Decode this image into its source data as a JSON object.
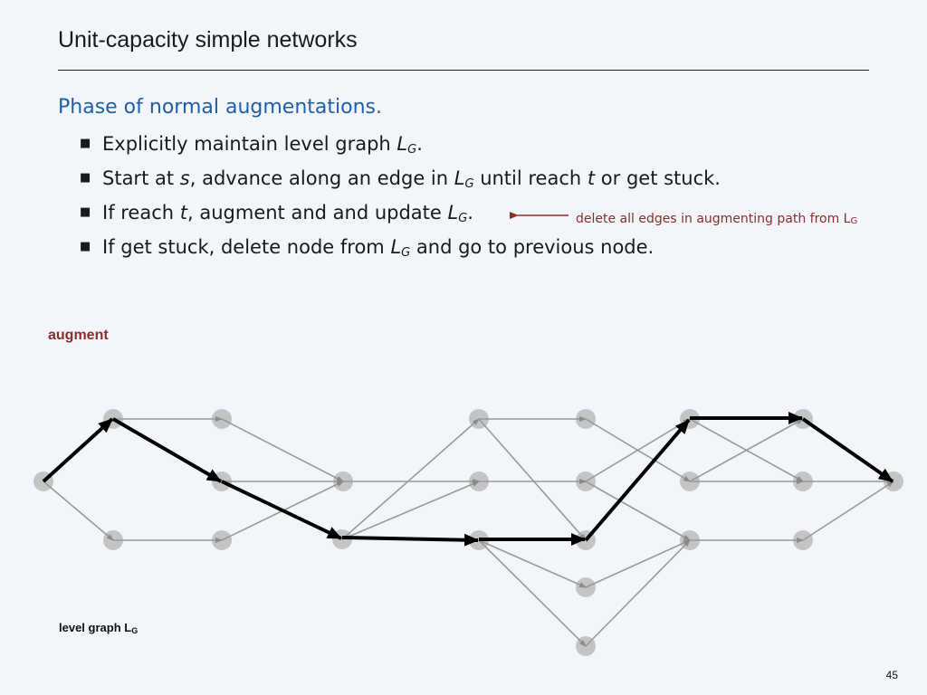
{
  "slide": {
    "title": "Unit-capacity simple networks",
    "page_number": "45"
  },
  "section": {
    "heading": "Phase of normal augmentations."
  },
  "bullets": [
    {
      "parts": [
        "Explicitly maintain level graph ",
        "L",
        "G",
        "."
      ]
    },
    {
      "parts": [
        "Start at ",
        "s",
        ", advance along an edge in ",
        "L",
        "G",
        " until reach ",
        "t",
        " or get stuck."
      ]
    },
    {
      "parts": [
        "If reach ",
        "t",
        ", augment and and update ",
        "L",
        "G",
        "."
      ]
    },
    {
      "parts": [
        "If get stuck, delete node from ",
        "L",
        "G",
        " and go to previous node."
      ]
    }
  ],
  "annotation": {
    "text": "delete all edges in augmenting path from L",
    "subscript": "G",
    "color": "#8b2e2a"
  },
  "diagram": {
    "augment_label": "augment",
    "level_graph_label": "level graph L",
    "level_graph_subscript": "G",
    "colors": {
      "node": "#c4c4c4",
      "edge": "#999999",
      "path": "#000000"
    }
  }
}
